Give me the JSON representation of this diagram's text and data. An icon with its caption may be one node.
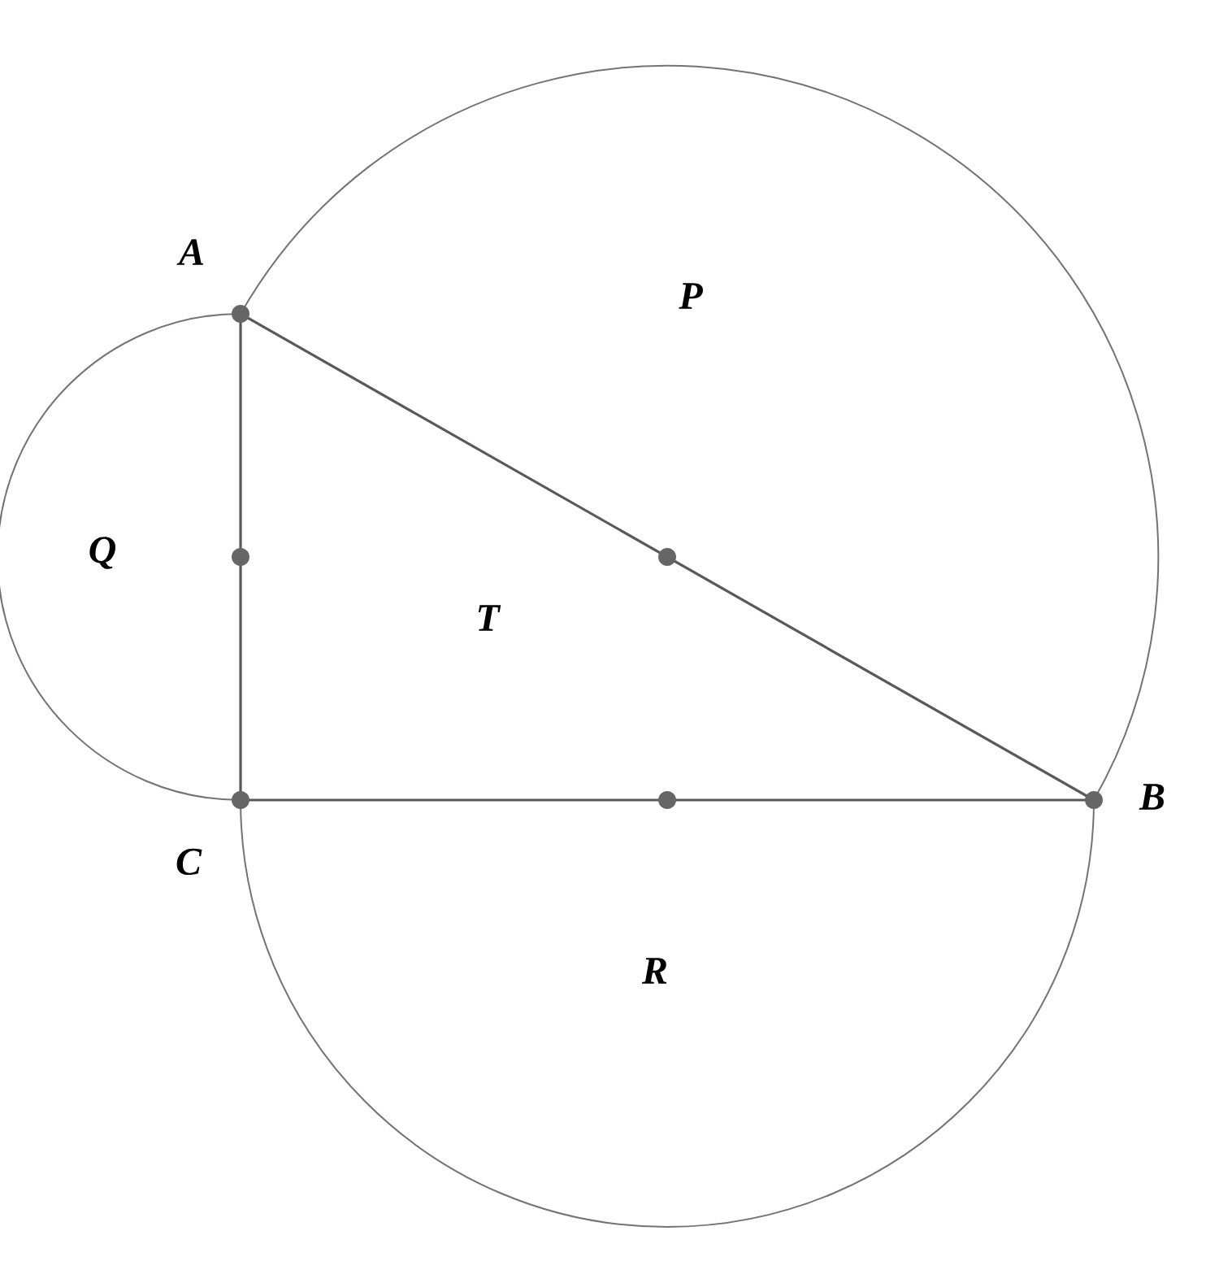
{
  "diagram": {
    "labels": [
      "A",
      "P",
      "Q",
      "T",
      "B",
      "C",
      "R"
    ]
  }
}
